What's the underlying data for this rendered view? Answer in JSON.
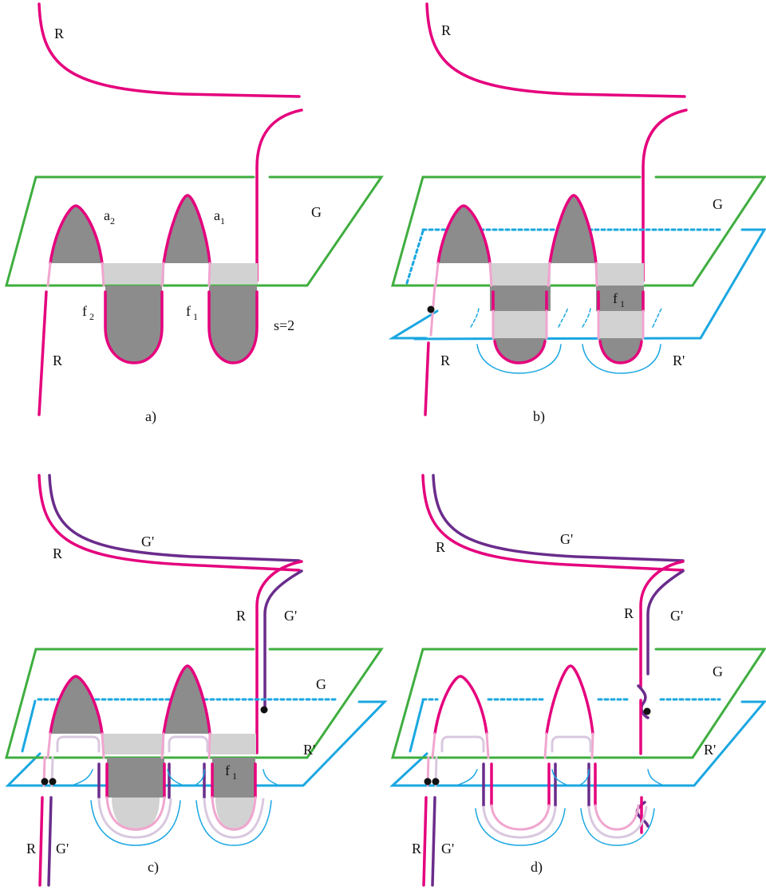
{
  "colors": {
    "red": "#e5007d",
    "red_light": "#f0a6cf",
    "green": "#3fae3f",
    "blue": "#1aa7e1",
    "purple": "#6a2c8c",
    "purple_light": "#d9c8e0",
    "shade_dark": "#8c8c8c",
    "shade_light": "#d2d2d2"
  },
  "panels": [
    {
      "caption": "a)",
      "labels": {
        "r_top": "R",
        "r_bottom": "R",
        "g": "G",
        "a1": "a",
        "a1_sub": "1",
        "a2": "a",
        "a2_sub": "2",
        "f1": "f",
        "f1_sub": "1",
        "f2": "f",
        "f2_sub": "2",
        "s": "s=2"
      }
    },
    {
      "caption": "b)",
      "labels": {
        "r_top": "R",
        "r_bottom": "R",
        "g": "G",
        "r_prime": "R'",
        "f1": "f",
        "f1_sub": "1"
      }
    },
    {
      "caption": "c)",
      "labels": {
        "r_top": "R",
        "g_prime_top": "G'",
        "r_right": "R",
        "g_prime_right": "G'",
        "g": "G",
        "r_prime": "R'",
        "f1": "f",
        "f1_sub": "1",
        "r_bottom": "R",
        "g_prime_bottom": "G'"
      }
    },
    {
      "caption": "d)",
      "labels": {
        "r_top": "R",
        "g_prime_top": "G'",
        "r_right": "R",
        "g_prime_right": "G'",
        "g": "G",
        "r_prime": "R'",
        "r_bottom": "R",
        "g_prime_bottom": "G'"
      }
    }
  ]
}
